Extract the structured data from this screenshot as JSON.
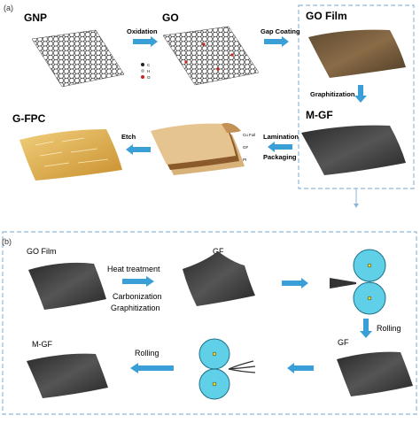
{
  "panel_a": {
    "tag": "(a)",
    "gnp": "GNP",
    "go": "GO",
    "go_film": "GO Film",
    "m_gf": "M-GF",
    "g_fpc": "G-FPC",
    "oxidation": "Oxidation",
    "gap_coating": "Gap Coating",
    "graphitization": "Graphitization",
    "lamination": "Lamination",
    "packaging": "Packaging",
    "etch": "Etch",
    "legend": {
      "c": "C",
      "h": "H",
      "o": "O"
    },
    "layer_labels": {
      "cu_foil": "Cu Foil",
      "gf": "GF",
      "pi": "PI"
    }
  },
  "panel_b": {
    "tag": "(b)",
    "go_film": "GO Film",
    "heat_treatment": "Heat treatment",
    "carbonization": "Carbonization",
    "graphitization": "Graphitization",
    "gf_1": "GF",
    "rolling_1": "Rolling",
    "gf_2": "GF",
    "rolling_2": "Rolling",
    "m_gf": "M-GF"
  },
  "colors": {
    "arrow": "#3a9fd6",
    "dashed_border": "#8fb6d8",
    "go_film": "#7a5f3f",
    "graphite_film": "#3b3b3b",
    "roller": "#5fd0e8",
    "fpc": "#e3b75a"
  }
}
